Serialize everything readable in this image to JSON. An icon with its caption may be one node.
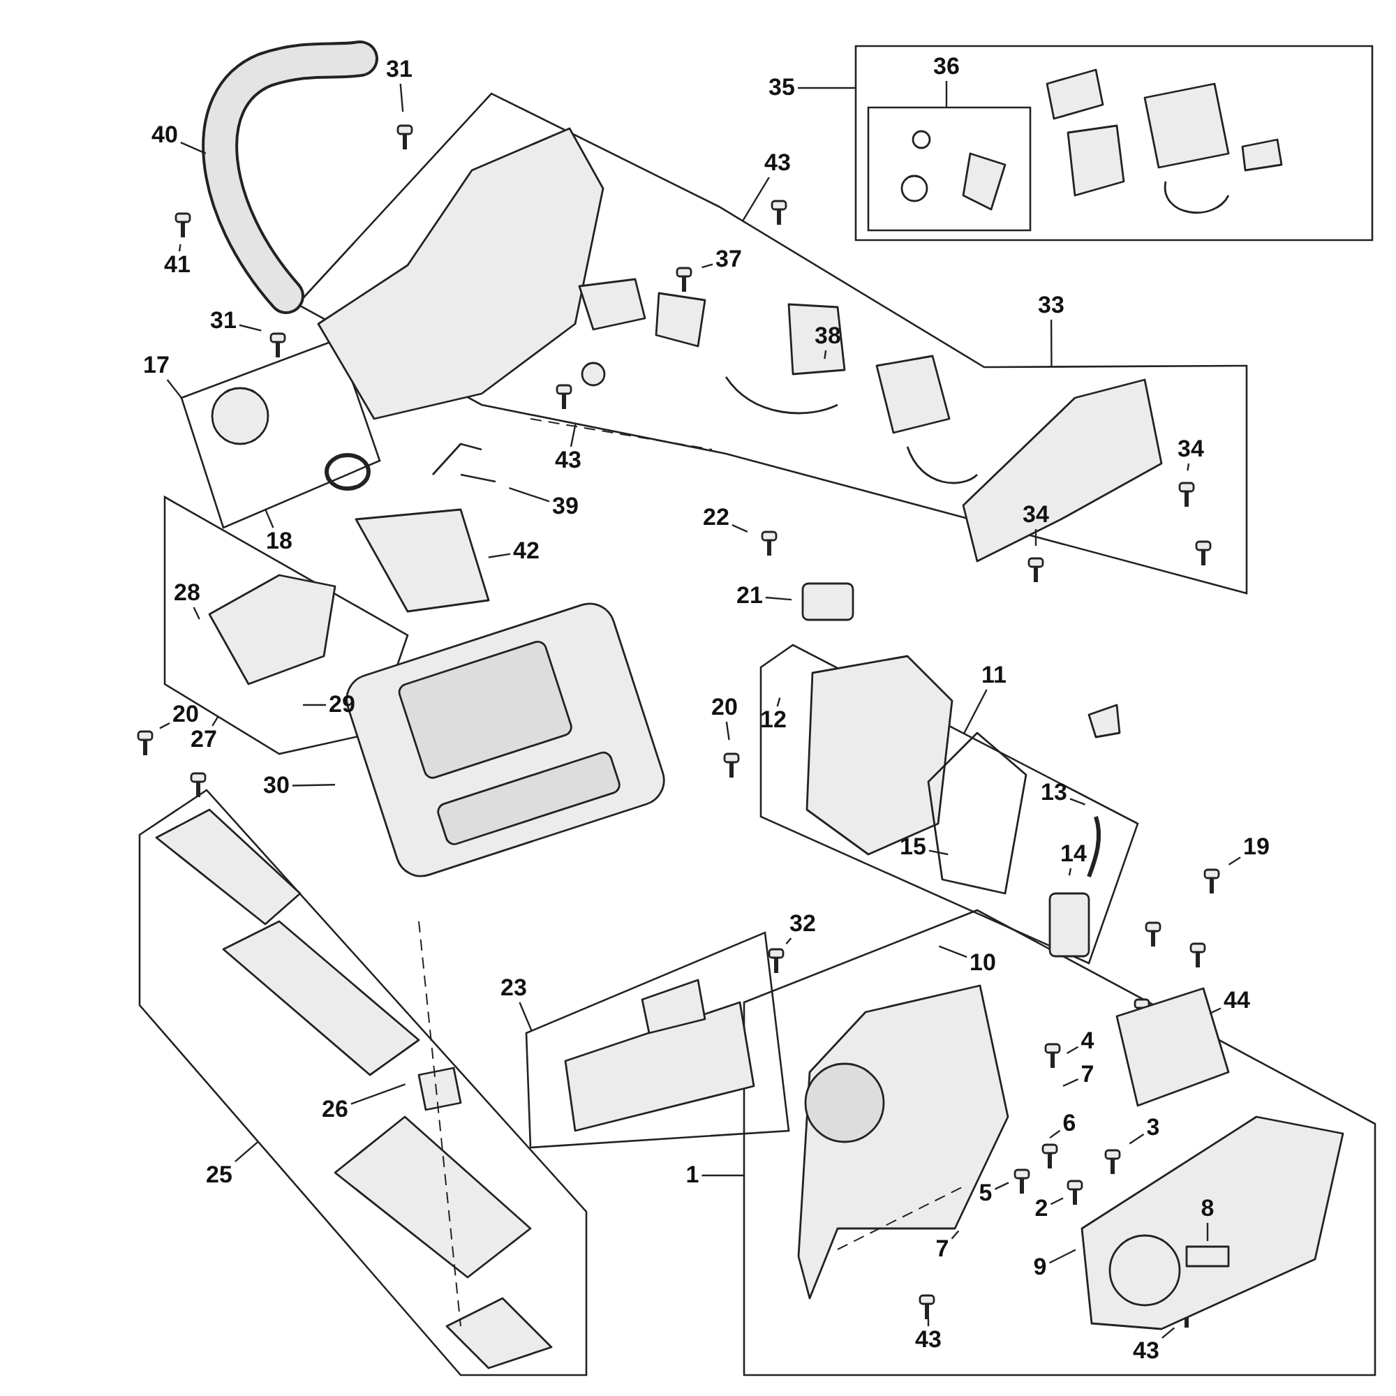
{
  "diagram": {
    "nodes": [
      {
        "text": [],
        "shape": "box"
      },
      {
        "text": [],
        "shape": "box",
        "in": 0
      },
      {
        "text": [],
        "shape": "box"
      },
      {
        "text": [],
        "shape": "box"
      },
      {
        "text": [],
        "shape": "box"
      },
      {
        "text": [],
        "shape": "box"
      },
      {
        "text": [],
        "shape": "box"
      },
      {
        "text": [],
        "shape": "box"
      },
      {
        "text": [],
        "shape": "box"
      },
      {
        "text": [
          "31"
        ]
      },
      {
        "text": [
          "36"
        ],
        "in": 0
      },
      {
        "text": [
          "35"
        ]
      },
      {
        "text": [
          "40"
        ]
      },
      {
        "text": [
          "43"
        ]
      },
      {
        "text": [
          "37"
        ],
        "in": 2
      },
      {
        "text": [
          "41"
        ]
      },
      {
        "text": [
          "33"
        ]
      },
      {
        "text": [
          "31"
        ]
      },
      {
        "text": [
          "38"
        ],
        "in": 2
      },
      {
        "text": [
          "17"
        ]
      },
      {
        "text": [
          "34"
        ],
        "in": 2
      },
      {
        "text": [
          "43"
        ]
      },
      {
        "text": [
          "39"
        ]
      },
      {
        "text": [
          "18"
        ]
      },
      {
        "text": [
          "22"
        ]
      },
      {
        "text": [
          "34"
        ],
        "in": 2
      },
      {
        "text": [
          "42"
        ]
      },
      {
        "text": [
          "28"
        ],
        "in": 4
      },
      {
        "text": [
          "21"
        ]
      },
      {
        "text": [
          "11"
        ]
      },
      {
        "text": [
          "29"
        ],
        "in": 4
      },
      {
        "text": [
          "20"
        ]
      },
      {
        "text": [
          "20"
        ]
      },
      {
        "text": [
          "12"
        ],
        "in": 5
      },
      {
        "text": [
          "27"
        ]
      },
      {
        "text": [
          "30"
        ]
      },
      {
        "text": [
          "13"
        ],
        "in": 5
      },
      {
        "text": [
          "15"
        ],
        "in": 5
      },
      {
        "text": [
          "19"
        ]
      },
      {
        "text": [
          "14"
        ],
        "in": 5
      },
      {
        "text": [
          "32"
        ]
      },
      {
        "text": [
          "10"
        ],
        "in": 8
      },
      {
        "text": [
          "23"
        ]
      },
      {
        "text": [
          "44"
        ]
      },
      {
        "text": [
          "4"
        ],
        "in": 8
      },
      {
        "text": [
          "7"
        ],
        "in": 8
      },
      {
        "text": [
          "26"
        ],
        "in": 7
      },
      {
        "text": [
          "6"
        ],
        "in": 8
      },
      {
        "text": [
          "3"
        ],
        "in": 8
      },
      {
        "text": [
          "1"
        ]
      },
      {
        "text": [
          "25"
        ]
      },
      {
        "text": [
          "5"
        ],
        "in": 8
      },
      {
        "text": [
          "2"
        ],
        "in": 8
      },
      {
        "text": [
          "8"
        ],
        "in": 8
      },
      {
        "text": [
          "7"
        ],
        "in": 8
      },
      {
        "text": [
          "9"
        ],
        "in": 8
      },
      {
        "text": [
          "43"
        ],
        "in": 8
      },
      {
        "text": [
          "43"
        ],
        "in": 8
      }
    ],
    "edges": [
      {
        "from": 9,
        "to": null,
        "arrow": "none"
      },
      {
        "from": 10,
        "to": 1,
        "arrow": "none"
      },
      {
        "from": 11,
        "to": 0,
        "arrow": "none"
      },
      {
        "from": 12,
        "to": null,
        "arrow": "none"
      },
      {
        "from": 13,
        "to": 2,
        "arrow": "none"
      },
      {
        "from": 14,
        "to": null,
        "arrow": "none"
      },
      {
        "from": 15,
        "to": null,
        "arrow": "none"
      },
      {
        "from": 16,
        "to": 2,
        "arrow": "none"
      },
      {
        "from": 17,
        "to": null,
        "arrow": "none"
      },
      {
        "from": 18,
        "to": null,
        "arrow": "none"
      },
      {
        "from": 19,
        "to": 3,
        "arrow": "none"
      },
      {
        "from": 20,
        "to": null,
        "arrow": "none"
      },
      {
        "from": 21,
        "to": 2,
        "arrow": "none"
      },
      {
        "from": 22,
        "to": null,
        "arrow": "none"
      },
      {
        "from": 23,
        "to": 3,
        "arrow": "none"
      },
      {
        "from": 24,
        "to": null,
        "arrow": "none"
      },
      {
        "from": 25,
        "to": null,
        "arrow": "none"
      },
      {
        "from": 26,
        "to": null,
        "arrow": "none"
      },
      {
        "from": 27,
        "to": null,
        "arrow": "none"
      },
      {
        "from": 28,
        "to": null,
        "arrow": "none"
      },
      {
        "from": 29,
        "to": 5,
        "arrow": "none"
      },
      {
        "from": 30,
        "to": null,
        "arrow": "none"
      },
      {
        "from": 31,
        "to": null,
        "arrow": "none"
      },
      {
        "from": 32,
        "to": null,
        "arrow": "none"
      },
      {
        "from": 33,
        "to": null,
        "arrow": "none"
      },
      {
        "from": 34,
        "to": 4,
        "arrow": "none"
      },
      {
        "from": 35,
        "to": null,
        "arrow": "none"
      },
      {
        "from": 36,
        "to": null,
        "arrow": "none"
      },
      {
        "from": 37,
        "to": null,
        "arrow": "none"
      },
      {
        "from": 38,
        "to": null,
        "arrow": "none"
      },
      {
        "from": 39,
        "to": null,
        "arrow": "none"
      },
      {
        "from": 40,
        "to": null,
        "arrow": "none"
      },
      {
        "from": 41,
        "to": null,
        "arrow": "none"
      },
      {
        "from": 42,
        "to": 6,
        "arrow": "none"
      },
      {
        "from": 43,
        "to": null,
        "arrow": "none"
      },
      {
        "from": 44,
        "to": null,
        "arrow": "none"
      },
      {
        "from": 45,
        "to": null,
        "arrow": "none"
      },
      {
        "from": 46,
        "to": null,
        "arrow": "none"
      },
      {
        "from": 47,
        "to": null,
        "arrow": "none"
      },
      {
        "from": 48,
        "to": null,
        "arrow": "none"
      },
      {
        "from": 49,
        "to": 8,
        "arrow": "none"
      },
      {
        "from": 50,
        "to": 7,
        "arrow": "none"
      },
      {
        "from": 51,
        "to": null,
        "arrow": "none"
      },
      {
        "from": 52,
        "to": null,
        "arrow": "none"
      },
      {
        "from": 53,
        "to": null,
        "arrow": "none"
      },
      {
        "from": 54,
        "to": null,
        "arrow": "none"
      },
      {
        "from": 55,
        "to": null,
        "arrow": "none"
      },
      {
        "from": 56,
        "to": null,
        "arrow": "none"
      },
      {
        "from": 57,
        "to": null,
        "arrow": "none"
      }
    ]
  }
}
